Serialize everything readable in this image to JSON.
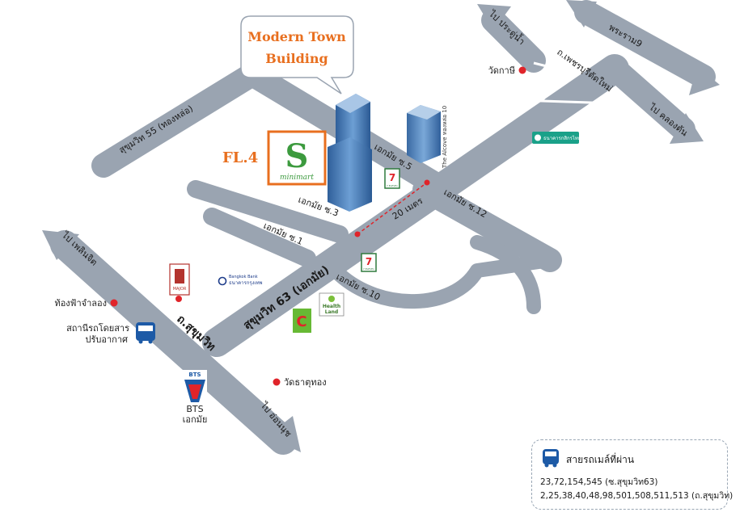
{
  "callout": {
    "line1": "Modern Town",
    "line2": "Building"
  },
  "floor_label": "FL.4",
  "minimart": {
    "letter": "S",
    "text": "minimart"
  },
  "roads": {
    "sukhumvit55": "สุขุมวิท 55 (ทองหล่อ)",
    "sukhumvit63": "สุขุมวิท 63 (เอกมัย)",
    "sukhumvit_main": "ถ.สุขุมวิท",
    "ekkamai_1": "เอกมัย ซ.1",
    "ekkamai_3": "เอกมัย ซ.3",
    "ekkamai_5": "เอกมัย ซ.5",
    "ekkamai_10": "เอกมัย ซ.10",
    "ekkamai_12": "เอกมัย ซ.12",
    "phetchaburi": "ถ.เพชรบุรีตัดใหม่",
    "distance": "20 เมตร"
  },
  "directions": {
    "pradiphat": "ไป ประดู่น้ำ",
    "rama9": "พระราม9",
    "klongtan": "ไป คลองตัน",
    "ploenchit": "ไป เพลินจิต",
    "onnut": "ไป อ่อนนุช"
  },
  "pois": {
    "wat_kaphi": "วัดกาษี",
    "planetarium": "ท้องฟ้าจำลอง",
    "bus_terminal_1": "สถานีรถโดยสาร",
    "bus_terminal_2": "ปรับอากาศ",
    "wat_that_thong": "วัดธาตุทอง",
    "bts_logo": "BTS",
    "bts_1": "BTS",
    "bts_2": "เอกมัย",
    "alcove": "The Alcove ทองหล่อ 10",
    "seven_eleven": "7 ELEVEn",
    "bangkok_bank_1": "Bangkok Bank",
    "bangkok_bank_2": "ธนาคารกรุงเทพ",
    "kbank": "ธนาคารกสิกรไทย",
    "health_land_1": "Health",
    "health_land_2": "Land",
    "major": "MAJOR"
  },
  "legend": {
    "title": "สายรถเมล์ที่ผ่าน",
    "line1": "23,72,154,545 (ซ.สุขุมวิท63)",
    "line2": "2,25,38,40,48,98,501,508,511,513 (ถ.สุขุมวิท)"
  },
  "colors": {
    "road": "#9aa4b1",
    "accent_orange": "#e86f1f",
    "minimart_green": "#3c9a3e",
    "poi_red": "#e0242a",
    "building_blue": "#3f78b6",
    "bus_blue": "#1d5aa6"
  }
}
